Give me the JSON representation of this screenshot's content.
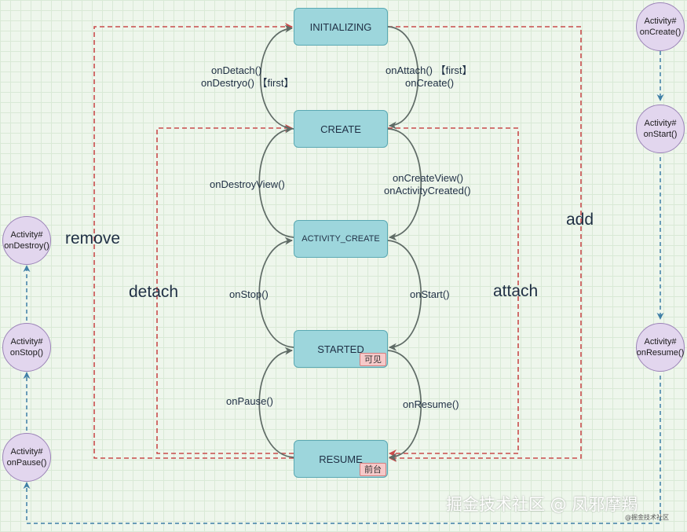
{
  "states": {
    "initializing": "INITIALIZING",
    "create": "CREATE",
    "activity_create": "ACTIVITY_CREATE",
    "started": "STARTED",
    "started_badge": "可见",
    "resume": "RESUME",
    "resume_badge": "前台"
  },
  "transitions": {
    "on_detach": "onDetach()",
    "on_destroy_first": "onDestryo() 【first】",
    "on_attach_first": "onAttach() 【first】",
    "on_create": "onCreate()",
    "on_destroy_view": "onDestroyView()",
    "on_create_view": "onCreateView()",
    "on_activity_created": "onActivityCreated()",
    "on_stop": "onStop()",
    "on_start": "onStart()",
    "on_pause": "onPause()",
    "on_resume": "onResume()"
  },
  "groups": {
    "remove": "remove",
    "detach": "detach",
    "attach": "attach",
    "add": "add"
  },
  "activity_left": [
    {
      "line1": "Activity#",
      "line2": "onDestroy()"
    },
    {
      "line1": "Activity#",
      "line2": "onStop()"
    },
    {
      "line1": "Activity#",
      "line2": "onPause()"
    }
  ],
  "activity_right": [
    {
      "line1": "Activity#",
      "line2": "onCreate()"
    },
    {
      "line1": "Activity#",
      "line2": "onStart()"
    },
    {
      "line1": "Activity#",
      "line2": "onResume()"
    }
  ],
  "watermark": {
    "main": "掘金技术社区 @ 凤邪摩羯",
    "small": "@掘金技术社区"
  },
  "colors": {
    "state_fill": "#9dd6dc",
    "state_border": "#5aa9b3",
    "activity_fill": "#e2d6ee",
    "activity_border": "#9c84b8",
    "lifecycle_arrow": "#5f6b66",
    "fragment_group_line": "#c94b4b",
    "activity_flow_line": "#3f7fa6",
    "badge_fill": "#f6c9c9"
  }
}
